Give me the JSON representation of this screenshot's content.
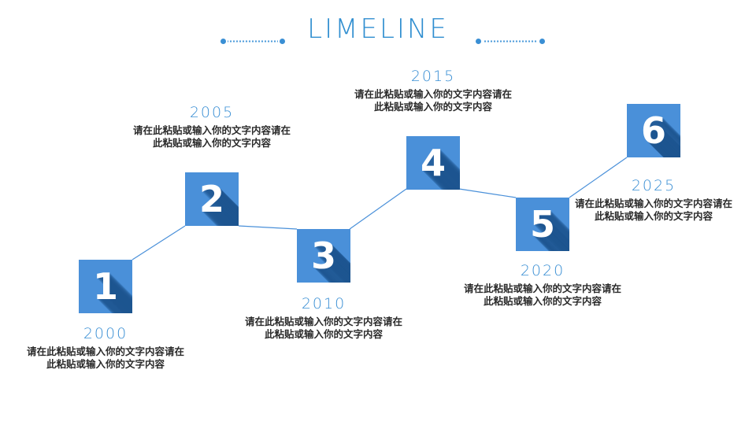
{
  "header": {
    "title": "LIMELINE",
    "decoration_left": "dotted-line-decoration",
    "decoration_right": "dotted-line-decoration"
  },
  "theme": {
    "badge_fill": "#4a90d9",
    "badge_shadow": "#1c5691",
    "year_color": "#3a8fd4",
    "title_color": "#2f8ed0",
    "description_color": "#2b2b2b",
    "connector_color": "#4a90d9",
    "background": "#ffffff"
  },
  "timeline": {
    "milestones": [
      {
        "number": "1",
        "year": "2000",
        "description": "请在此粘贴或输入你的文字内容请在此粘贴或输入你的文字内容",
        "caption_position": "below"
      },
      {
        "number": "2",
        "year": "2005",
        "description": "请在此粘贴或输入你的文字内容请在此粘贴或输入你的文字内容",
        "caption_position": "above"
      },
      {
        "number": "3",
        "year": "2010",
        "description": "请在此粘贴或输入你的文字内容请在此粘贴或输入你的文字内容",
        "caption_position": "below"
      },
      {
        "number": "4",
        "year": "2015",
        "description": "请在此粘贴或输入你的文字内容请在此粘贴或输入你的文字内容",
        "caption_position": "above"
      },
      {
        "number": "5",
        "year": "2020",
        "description": "请在此粘贴或输入你的文字内容请在此粘贴或输入你的文字内容",
        "caption_position": "below"
      },
      {
        "number": "6",
        "year": "2025",
        "description": "请在此粘贴或输入你的文字内容请在此粘贴或输入你的文字内容",
        "caption_position": "below"
      }
    ]
  }
}
